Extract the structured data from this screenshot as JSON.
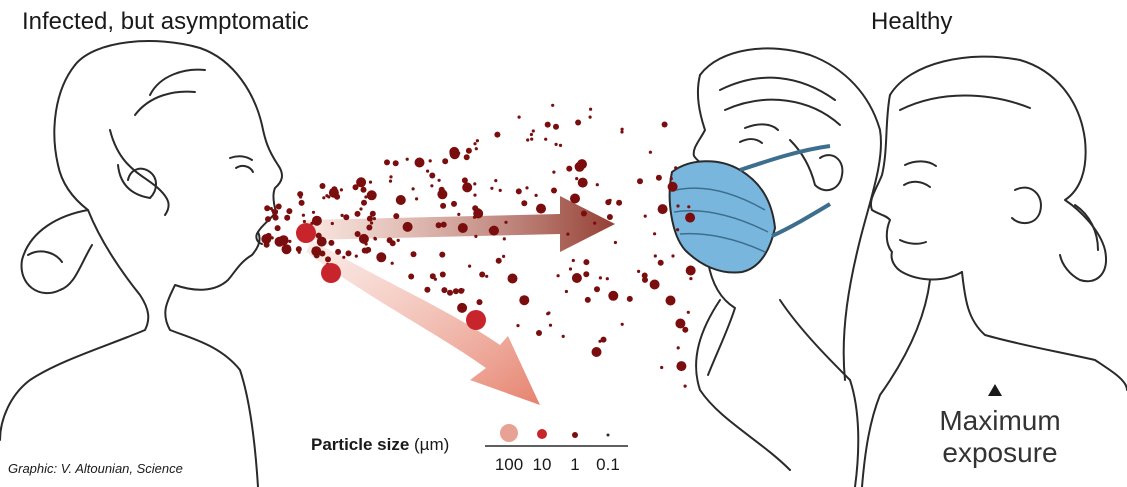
{
  "labels": {
    "infected": "Infected, but asymptomatic",
    "healthy": "Healthy",
    "credit": "Graphic: V. Altounian, Science",
    "exposure_line1": "Maximum",
    "exposure_line2": "exposure"
  },
  "legend": {
    "title": "Particle size",
    "unit": "(µm)",
    "sizes": [
      "100",
      "10",
      "1",
      "0.1"
    ]
  },
  "colors": {
    "particle": "#7a0d0d",
    "large_particle": "#c8242b",
    "mask": "#79b6de",
    "arrow_straight": "#8b2e22",
    "arrow_curved": "#e06a55"
  }
}
